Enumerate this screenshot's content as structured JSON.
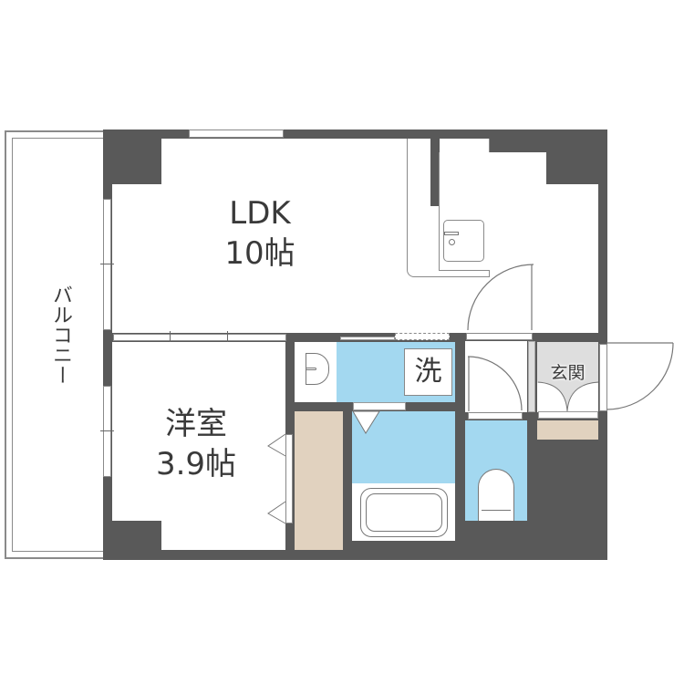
{
  "floor_plan": {
    "rooms": {
      "ldk": {
        "name": "LDK",
        "size": "10帖"
      },
      "western_room": {
        "name": "洋室",
        "size": "3.9帖"
      },
      "balcony": {
        "name": "バルコニー"
      },
      "entrance": {
        "name": "玄関"
      },
      "laundry": {
        "name": "洗"
      }
    },
    "colors": {
      "wall": "#595959",
      "wet_area": "#a3d8f0",
      "storage": "#e1d2bf",
      "entrance_tile": "#dedede",
      "line": "#8a8a8a"
    }
  }
}
